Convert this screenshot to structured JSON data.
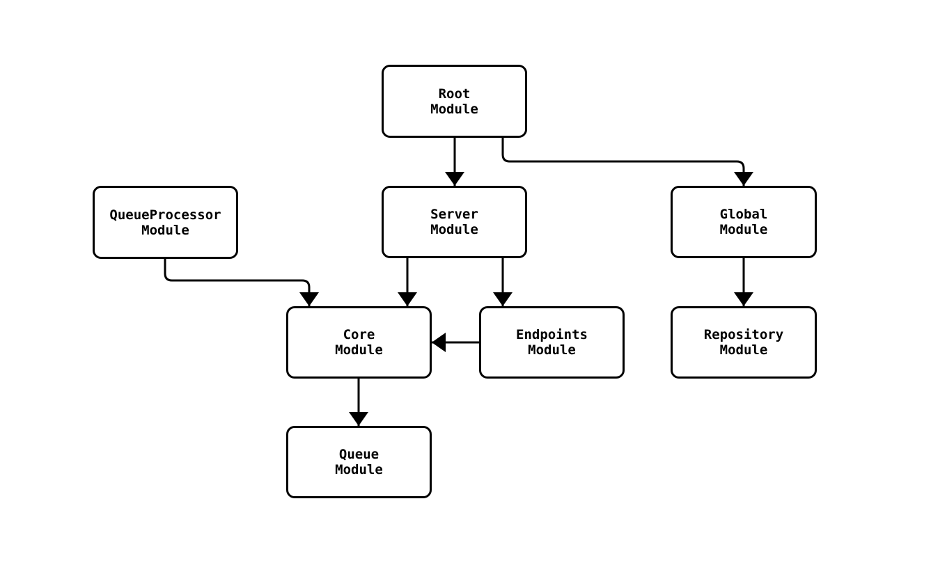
{
  "diagram": {
    "type": "module-dependency-flowchart",
    "background_color": "#ffffff",
    "node_fill_color": "#ffffff",
    "line_color": "#000000",
    "text_color": "#000000",
    "nodes": [
      {
        "id": "root",
        "line1": "Root",
        "line2": "Module"
      },
      {
        "id": "queueprocessor",
        "line1": "QueueProcessor",
        "line2": "Module"
      },
      {
        "id": "server",
        "line1": "Server",
        "line2": "Module"
      },
      {
        "id": "global",
        "line1": "Global",
        "line2": "Module"
      },
      {
        "id": "core",
        "line1": "Core",
        "line2": "Module"
      },
      {
        "id": "endpoints",
        "line1": "Endpoints",
        "line2": "Module"
      },
      {
        "id": "repository",
        "line1": "Repository",
        "line2": "Module"
      },
      {
        "id": "queue",
        "line1": "Queue",
        "line2": "Module"
      }
    ],
    "edges": [
      {
        "from": "root",
        "to": "server"
      },
      {
        "from": "root",
        "to": "global"
      },
      {
        "from": "queueprocessor",
        "to": "core"
      },
      {
        "from": "server",
        "to": "core"
      },
      {
        "from": "server",
        "to": "endpoints"
      },
      {
        "from": "endpoints",
        "to": "core"
      },
      {
        "from": "global",
        "to": "repository"
      },
      {
        "from": "core",
        "to": "queue"
      }
    ]
  }
}
